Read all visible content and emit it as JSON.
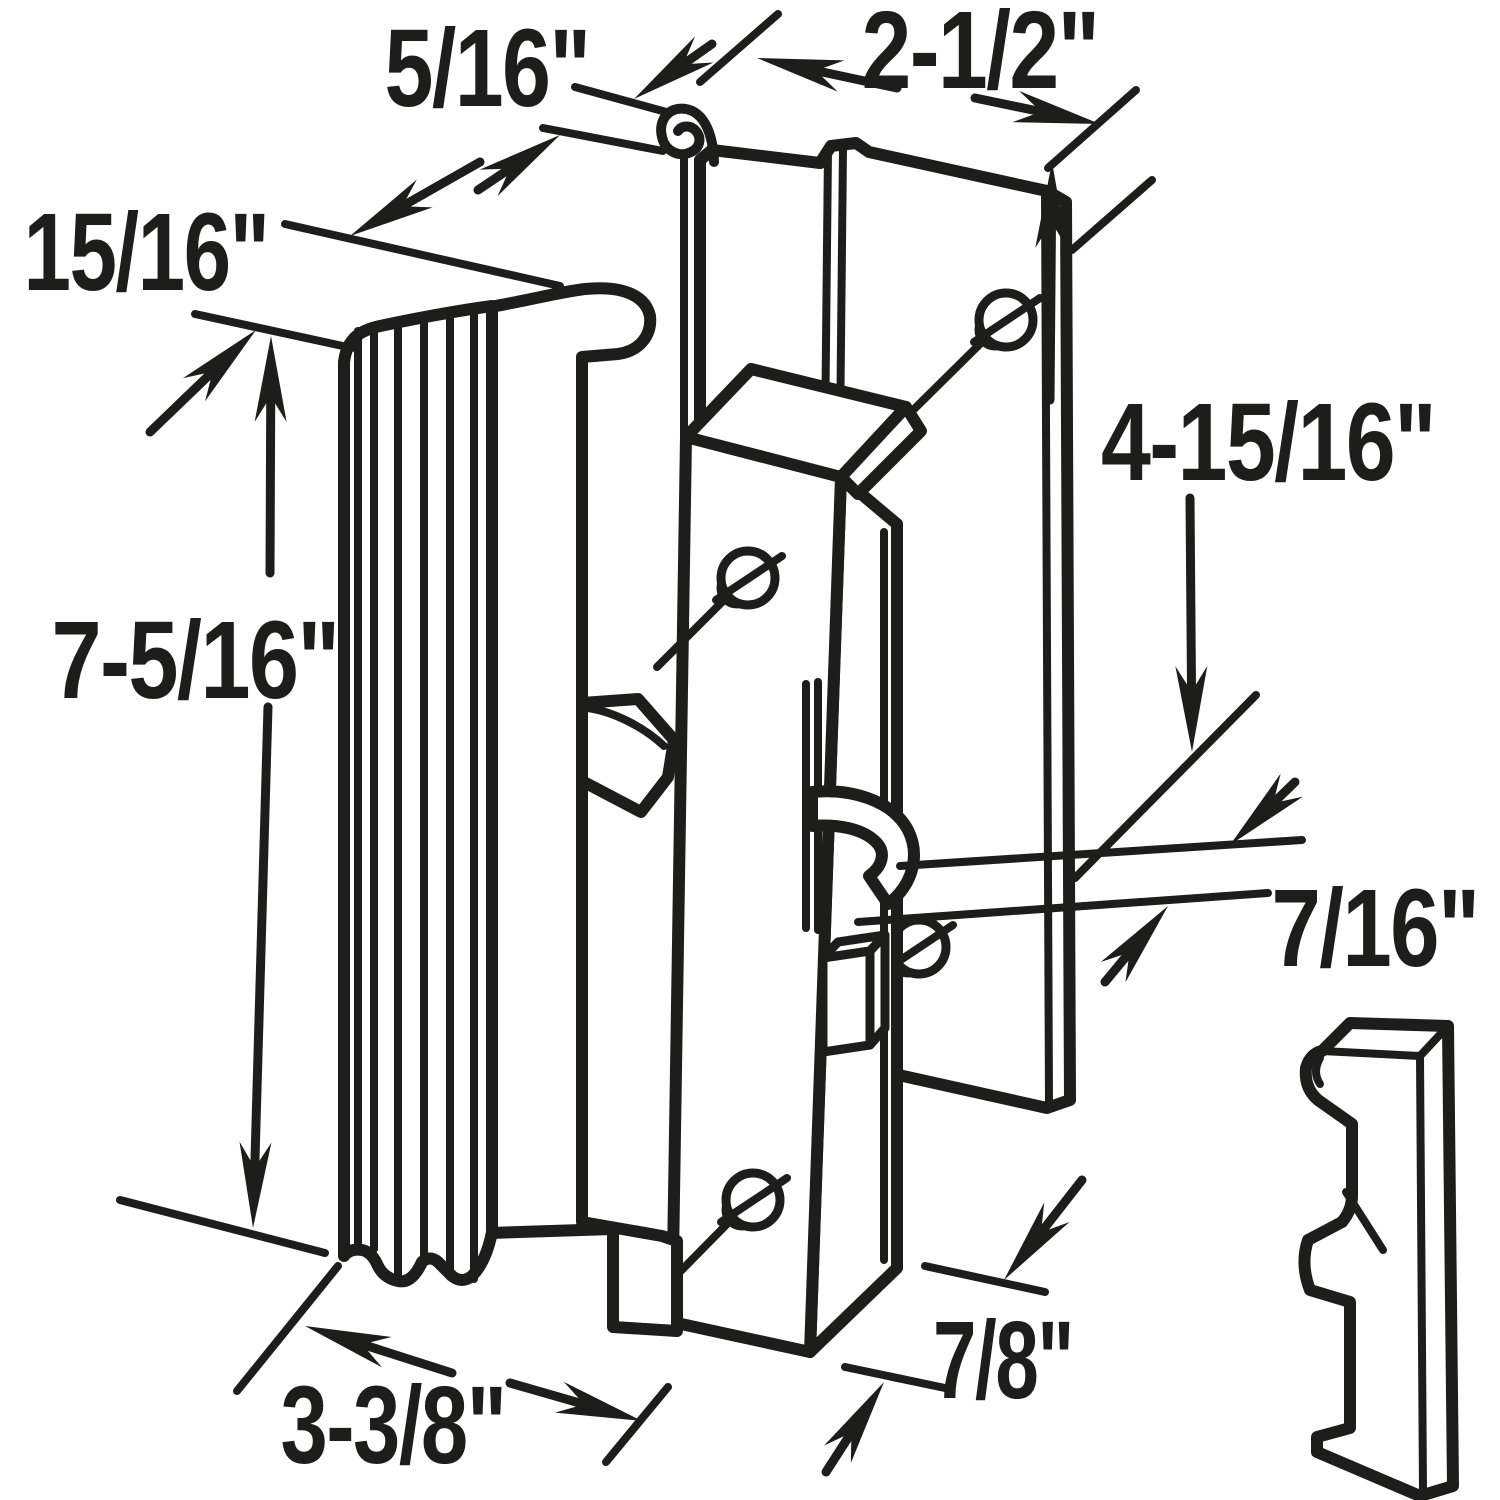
{
  "figure": {
    "type": "technical-line-diagram",
    "subject": "Surface-mount sliding glass door hook latch handle set with keeper",
    "background_color": "#ffffff",
    "ink_color": "#1d1d1b"
  },
  "dimensions": {
    "stile_offset": "5/16\"",
    "plate_width": "2-1/2\"",
    "handle_clearance": "15/16\"",
    "mounting_height": "4-15/16\"",
    "handle_height": "7-5/16\"",
    "hook_reach": "7/16\"",
    "base_length": "3-3/8\"",
    "housing_depth": "7/8\""
  },
  "parts": {
    "pull_handle": "ribbed pull handle",
    "latch_housing": "latch housing with thumb lever",
    "mounting_plate": "outside mounting plate with top curl",
    "hook_latch": "hook latch bolt",
    "keeper": "keeper / strike",
    "screws": "slotted mounting screws"
  }
}
